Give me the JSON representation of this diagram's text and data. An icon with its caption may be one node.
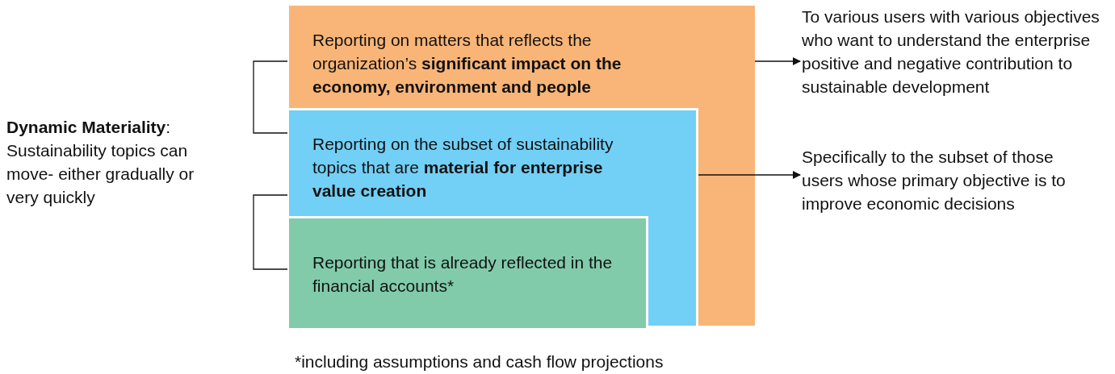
{
  "diagram": {
    "caption": "*including assumptions and cash flow projections",
    "nodes": [
      {
        "text": [
          "Reporting on matters that reflects the organization’s **significant impact on the economy, environment and people**"
        ]
      },
      {
        "text": [
          "Reporting on the subset of sustainability topics that are **material for enterprise value creation**"
        ],
        "in": 0
      },
      {
        "text": [
          "Reporting that is already reflected in the financial accounts*"
        ],
        "in": 1
      },
      {
        "text": [
          "To various users with various objectives who want to understand the enterprise positive and negative contribution to sustainable development"
        ]
      },
      {
        "text": [
          "Specifically to the subset of those users whose primary objective is to improve economic decisions"
        ]
      },
      {
        "text": [
          "**Dynamic Materiality**: Sustainability topics can move- either gradually or very quickly"
        ]
      }
    ],
    "edges": [
      {
        "from": 0,
        "to": 3,
        "arrow": "to"
      },
      {
        "from": 1,
        "to": 4,
        "arrow": "to"
      }
    ]
  }
}
